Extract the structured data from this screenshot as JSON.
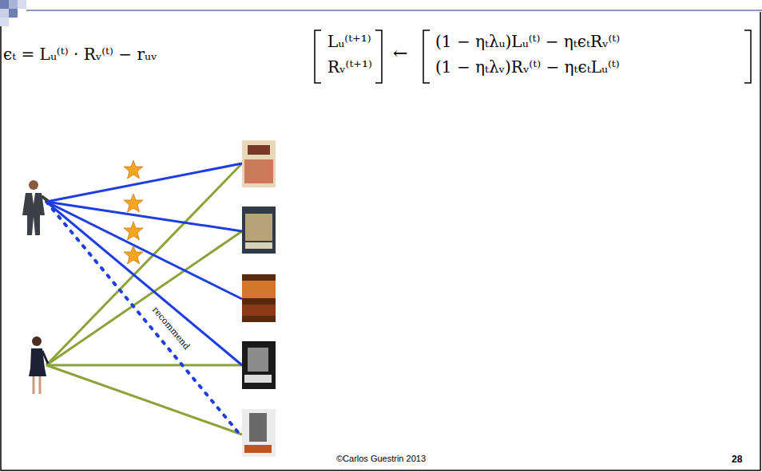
{
  "diagram": {
    "labels": [
      "ϵₜ = Lᵤ⁽ᵗ⁾ · Rᵥ⁽ᵗ⁾ − rᵤᵥ",
      "Lᵤ⁽ᵗ⁺¹⁾",
      "Rᵥ⁽ᵗ⁺¹⁾",
      "←",
      "(1 − ηₜλᵤ)Lᵤ⁽ᵗ⁾ − ηₜϵₜRᵥ⁽ᵗ⁾",
      "(1 − ηₜλᵥ)Rᵥ⁽ᵗ⁾ − ηₜϵₜLᵤ⁽ᵗ⁾",
      "recommend",
      "©Carlos Guestrin 2013",
      "28"
    ]
  }
}
